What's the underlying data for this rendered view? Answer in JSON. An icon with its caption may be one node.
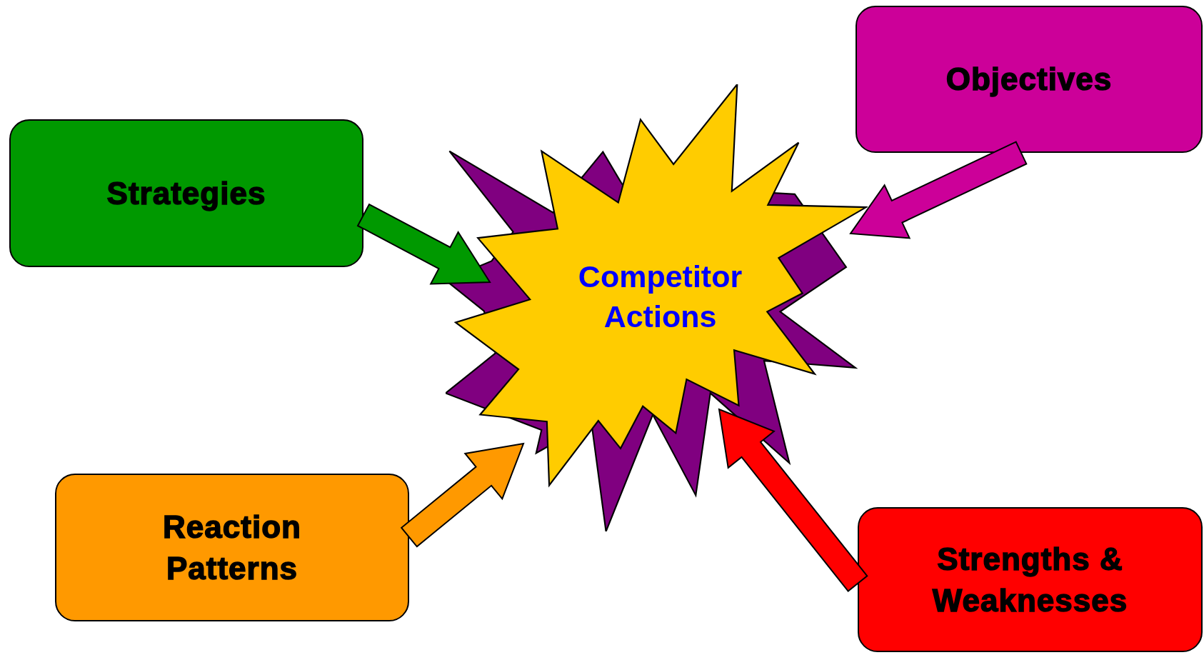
{
  "diagram": {
    "nodes": [
      {
        "text": [
          "Strategies"
        ]
      },
      {
        "text": [
          "Objectives"
        ]
      },
      {
        "text": [
          "Competitor Actions"
        ]
      },
      {
        "text": [
          "Reaction Patterns"
        ]
      },
      {
        "text": [
          "Strengths & Weaknesses"
        ]
      }
    ],
    "edges": [
      {
        "from": 0,
        "to": 2,
        "arrow": "to",
        "style": "thick",
        "color": "#009900"
      },
      {
        "from": 1,
        "to": 2,
        "arrow": "to",
        "style": "thick",
        "color": "#cc0099"
      },
      {
        "from": 3,
        "to": 2,
        "arrow": "to",
        "style": "thick",
        "color": "#ff9900"
      },
      {
        "from": 4,
        "to": 2,
        "arrow": "to",
        "style": "thick",
        "color": "#ff0000"
      }
    ]
  }
}
